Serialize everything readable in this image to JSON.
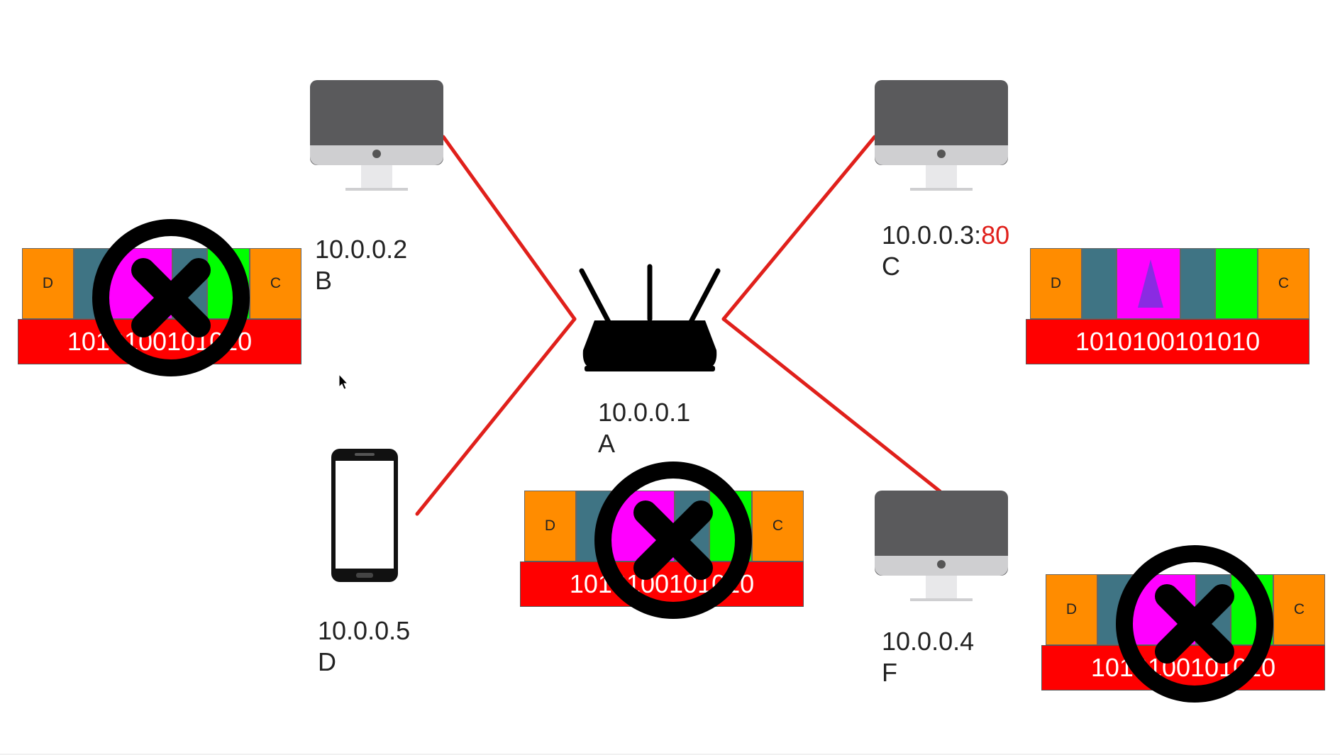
{
  "nodes": {
    "b": {
      "ip": "10.0.0.2",
      "name": "B"
    },
    "c": {
      "ip": "10.0.0.3",
      "port_sep": ":",
      "port": "80",
      "name": "C"
    },
    "a": {
      "ip": "10.0.0.1",
      "name": "A"
    },
    "d": {
      "ip": "10.0.0.5",
      "name": "D"
    },
    "f": {
      "ip": "10.0.0.4",
      "name": "F"
    }
  },
  "packet": {
    "dest_label": "D",
    "src_label": "C",
    "payload_bits": "1010100101010"
  },
  "packets": [
    {
      "id": "packet-b",
      "rejected": true
    },
    {
      "id": "packet-c",
      "rejected": false
    },
    {
      "id": "packet-a",
      "rejected": true
    },
    {
      "id": "packet-f",
      "rejected": true
    }
  ],
  "colors": {
    "link": "#e0201b",
    "port": "#e0201b",
    "monitor_body": "#5a5a5c",
    "monitor_chin": "#cfcfd1",
    "router": "#000000",
    "header_dest_src": "#ff8c00",
    "header_teal": "#3f7484",
    "header_magenta": "#ff00ff",
    "header_green": "#00ff00",
    "payload_bar": "#ff0000",
    "reject_mark": "#000000",
    "flag_triangle": "#8a2be2"
  },
  "icons": [
    "monitor-icon",
    "router-icon",
    "smartphone-icon",
    "cross-circle-icon",
    "mouse-pointer-icon"
  ]
}
